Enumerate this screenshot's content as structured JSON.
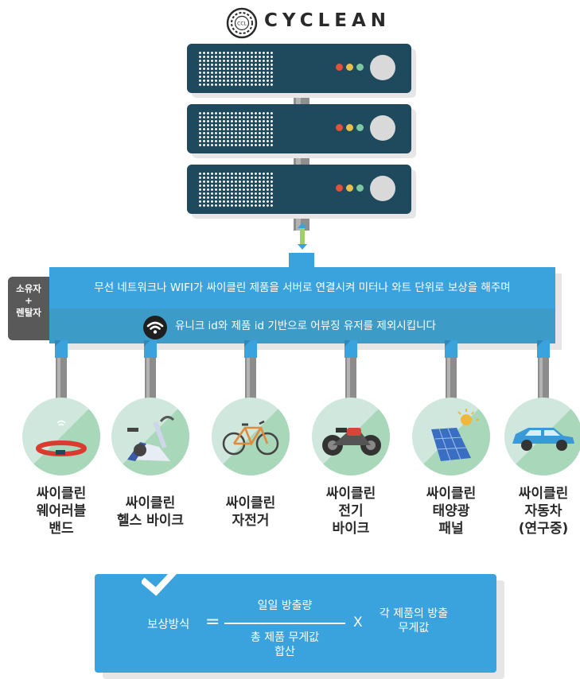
{
  "brand": {
    "name": "CYCLEAN",
    "icon_text": "CCL"
  },
  "colors": {
    "accent": "#3aa3dd",
    "server": "#1f4a5e",
    "owner_box": "#595959",
    "circle_bg": "#cfe7dc",
    "circle_diag": "#a9d7b9"
  },
  "server_leds": [
    "#e2513c",
    "#e7c04a",
    "#7ec7a3"
  ],
  "owner_box": {
    "line1": "소유자",
    "line2": "+",
    "line3": "렌탈자"
  },
  "banner": {
    "line1": "무선 네트워크나 WIFI가 싸이클린 제품을 서버로 연결시켜 미터나 와트 단위로 보상을 해주며",
    "line2": "유니크 id와 제품 id 기반으로 어뷰징 유저를 제외시킵니다",
    "icon": "wifi-icon"
  },
  "products": [
    {
      "icon": "wearable-band-icon",
      "lines": [
        "싸이클린",
        "웨어러블",
        "밴드"
      ]
    },
    {
      "icon": "exercise-bike-icon",
      "lines": [
        "싸이클린",
        "헬스 바이크"
      ]
    },
    {
      "icon": "bicycle-icon",
      "lines": [
        "싸이클린",
        "자전거"
      ]
    },
    {
      "icon": "motorcycle-icon",
      "lines": [
        "싸이클린",
        "전기",
        "바이크"
      ]
    },
    {
      "icon": "solar-panel-icon",
      "lines": [
        "싸이클린",
        "태양광",
        "패널"
      ]
    },
    {
      "icon": "car-icon",
      "lines": [
        "싸이클린",
        "자동차",
        "(연구중)"
      ]
    }
  ],
  "formula": {
    "label": "보상방식",
    "equals": "=",
    "numerator": "일일 방출량",
    "denominator_line1": "총 제품 무게값",
    "denominator_line2": "합산",
    "times": "X",
    "right_line1": "각 제품의 방출",
    "right_line2": "무게값",
    "icon": "checkmark-icon"
  }
}
